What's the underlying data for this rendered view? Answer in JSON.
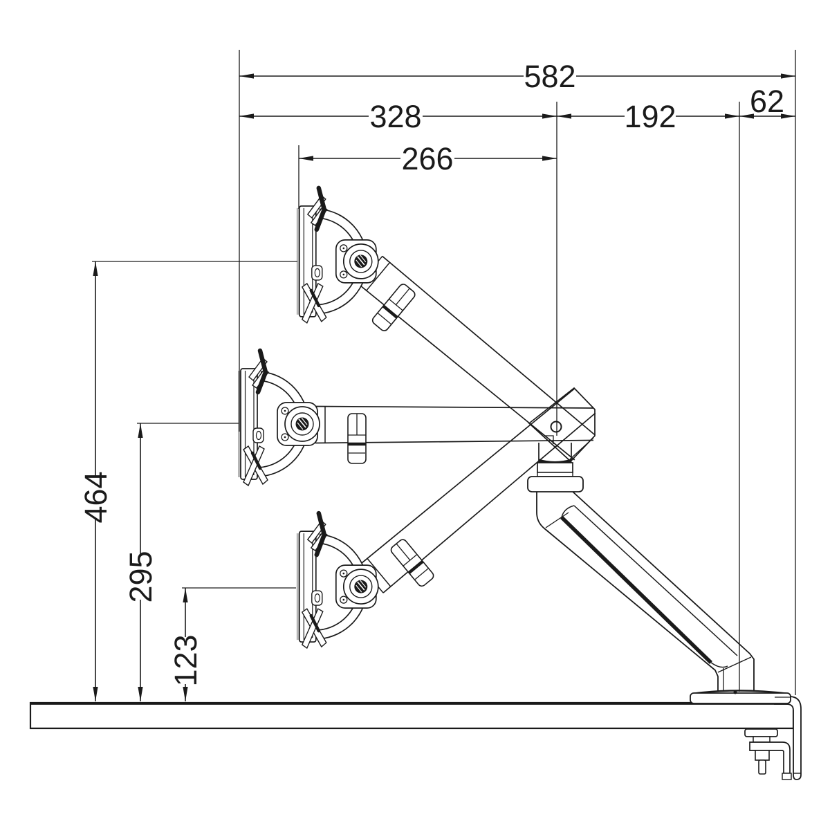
{
  "drawing": {
    "type": "technical-dimension-drawing",
    "subject": "desk-mounted monitor arm shown in three height positions",
    "line_color": "#1a1a1a",
    "background": "#ffffff"
  },
  "dimensions": {
    "horizontal": {
      "total_reach": "582",
      "extension_full": "328",
      "elbow_to_base": "192",
      "base_to_desk_edge": "62",
      "extension_mid": "266"
    },
    "vertical": {
      "height_high": "464",
      "height_mid": "295",
      "height_low": "123"
    }
  }
}
